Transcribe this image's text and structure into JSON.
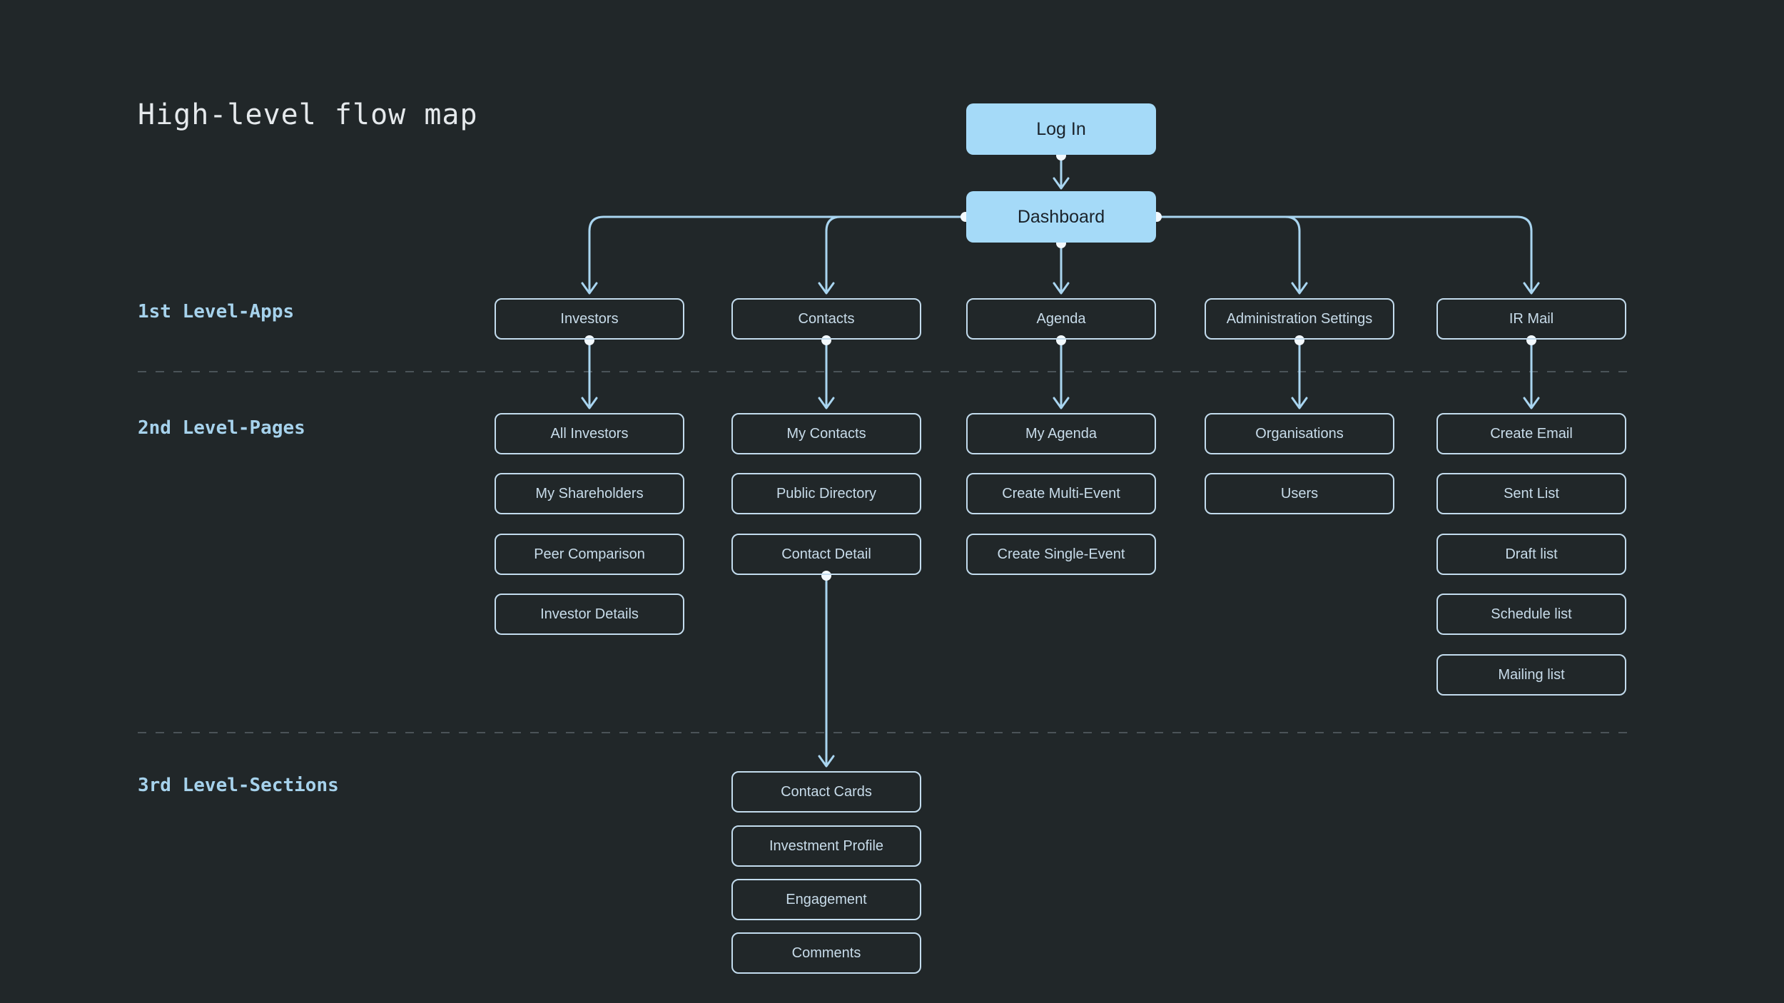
{
  "title": "High-level flow map",
  "nodes": {
    "login": "Log In",
    "dashboard": "Dashboard"
  },
  "level_labels": {
    "first": "1st Level-Apps",
    "second": "2nd Level-Pages",
    "third": "3rd Level-Sections"
  },
  "apps": [
    {
      "label": "Investors",
      "pages": [
        "All Investors",
        "My Shareholders",
        "Peer Comparison",
        "Investor Details"
      ]
    },
    {
      "label": "Contacts",
      "pages": [
        "My Contacts",
        "Public Directory",
        "Contact Detail"
      ]
    },
    {
      "label": "Agenda",
      "pages": [
        "My Agenda",
        "Create Multi-Event",
        "Create Single-Event"
      ]
    },
    {
      "label": "Administration Settings",
      "pages": [
        "Organisations",
        "Users"
      ]
    },
    {
      "label": "IR Mail",
      "pages": [
        "Create Email",
        "Sent List",
        "Draft list",
        "Schedule list",
        "Mailing list"
      ]
    }
  ],
  "sections": [
    "Contact Cards",
    "Investment Profile",
    "Engagement",
    "Comments"
  ],
  "colors": {
    "background": "#212729",
    "filled_node_fill": "#a5daf8",
    "filled_node_text": "#1a222a",
    "outline_node_border": "#c3dcee",
    "node_text": "#c8dcea",
    "connector_line": "#a9d5f0",
    "connector_dot": "#f3f9fd",
    "level_label_text": "#a6d2ec",
    "separator_dash": "#4b5358",
    "title_text": "#e5e9ec"
  }
}
